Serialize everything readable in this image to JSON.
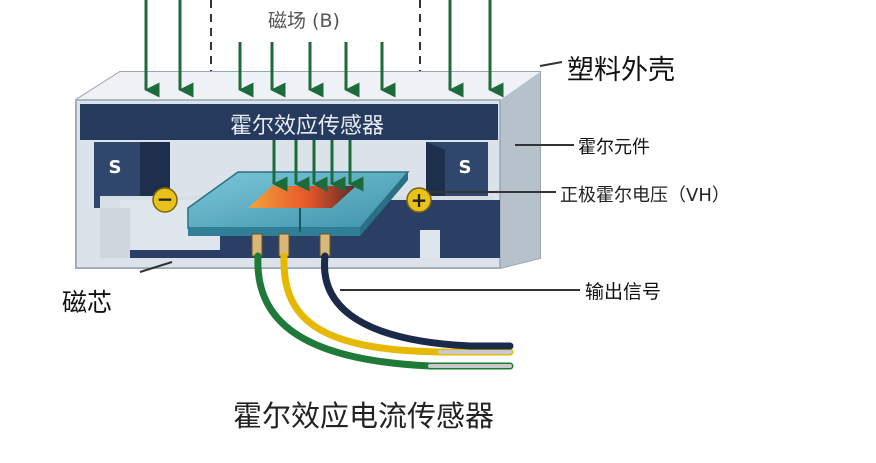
{
  "labels": {
    "magnetic_field": "磁场 (B)",
    "plastic_housing": "塑料外壳",
    "sensor_header": "霍尔效应传感器",
    "hall_element": "霍尔元件",
    "positive_hall_voltage": "正极霍尔电压（VH）",
    "output_signal": "输出信号",
    "magnetic_core": "磁芯",
    "title": "霍尔效应电流传感器",
    "pole_left": "S",
    "pole_right": "S",
    "terminal_negative": "−",
    "terminal_positive": "+"
  },
  "colors": {
    "field_arrow": "#1d6a3a",
    "housing_light": "#dde3ea",
    "housing_shade": "#aeb8c4",
    "core_navy": "#263a5e",
    "chip_teal": "#4aa6bd",
    "terminal_yellow": "#e8c21b",
    "wire_green": "#1f7a3a",
    "wire_yellow": "#e6b800",
    "wire_navy": "#1b2a48"
  }
}
